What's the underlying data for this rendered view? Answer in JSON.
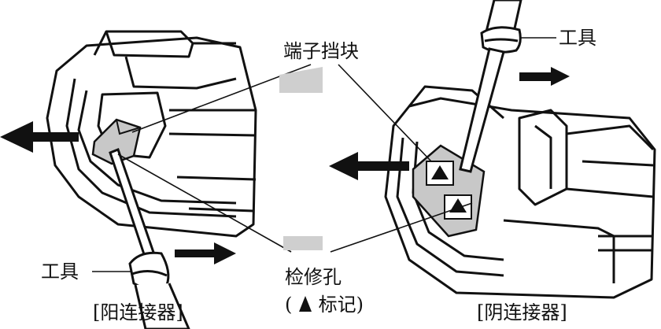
{
  "labels": {
    "terminal_retainer": "端子挡块",
    "tool_left": "工具",
    "tool_right": "工具",
    "inspection_hole": "检修孔",
    "mark_note_open": "(",
    "mark_note_text": "标记)",
    "male_connector": "[阳连接器]",
    "female_connector": "[阴连接器]"
  },
  "colors": {
    "ink": "#111111",
    "shade": "#c8c8c8",
    "hole_band": "#cfcfcf",
    "background": "#ffffff"
  },
  "icons": [
    "arrow-left-icon",
    "arrow-right-icon",
    "triangle-mark-icon"
  ]
}
